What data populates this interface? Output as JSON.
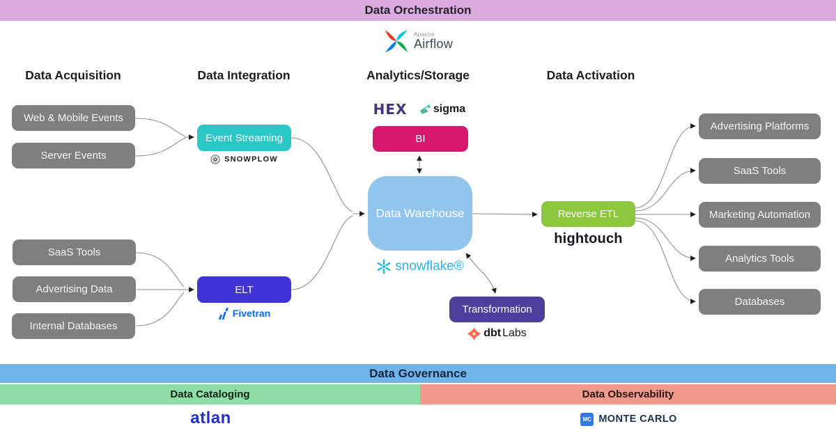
{
  "orchestration": {
    "title": "Data Orchestration"
  },
  "airflow": {
    "brand_small": "Apache",
    "brand": "Airflow"
  },
  "columns": {
    "acquisition": "Data Acquisition",
    "integration": "Data Integration",
    "analytics": "Analytics/Storage",
    "activation": "Data Activation"
  },
  "acquisition": {
    "event_sources": [
      {
        "label": "Web & Mobile Events"
      },
      {
        "label": "Server Events"
      }
    ],
    "batch_sources": [
      {
        "label": "SaaS Tools"
      },
      {
        "label": "Advertising Data"
      },
      {
        "label": "Internal Databases"
      }
    ]
  },
  "integration": {
    "event_streaming": {
      "label": "Event Streaming",
      "vendor": "SNOWPLOW"
    },
    "elt": {
      "label": "ELT",
      "vendor": "Fivetran"
    }
  },
  "analytics": {
    "bi": {
      "label": "BI",
      "vendor_hex": "HEX",
      "vendor_sigma": "sigma"
    },
    "warehouse": {
      "label": "Data Warehouse",
      "vendor": "snowflake®"
    },
    "transformation": {
      "label": "Transformation",
      "vendor_bold": "dbt",
      "vendor_rest": "Labs"
    }
  },
  "activation": {
    "reverse_etl": {
      "label": "Reverse ETL",
      "vendor": "hightouch"
    },
    "destinations": [
      {
        "label": "Advertising Platforms"
      },
      {
        "label": "SaaS Tools"
      },
      {
        "label": "Marketing Automation"
      },
      {
        "label": "Analytics Tools"
      },
      {
        "label": "Databases"
      }
    ]
  },
  "governance": {
    "title": "Data Governance",
    "cataloging": {
      "title": "Data Cataloging",
      "vendor": "atlan"
    },
    "observability": {
      "title": "Data Observability",
      "vendor_badge": "MC",
      "vendor": "MONTE CARLO"
    }
  },
  "colors": {
    "orchestration_plum": "#dcaade",
    "governance_blue": "#6fb4e9",
    "cataloging_green": "#8edca6",
    "observability_salmon": "#f09a8b",
    "node_gray": "#7f7f7f",
    "event_streaming_teal": "#2bc7c7",
    "elt_blue": "#4134d4",
    "bi_magenta": "#d6186e",
    "warehouse_light_blue": "#92c5ee",
    "transformation_purple": "#4e3d9b",
    "reverse_etl_green": "#8dc63f"
  }
}
